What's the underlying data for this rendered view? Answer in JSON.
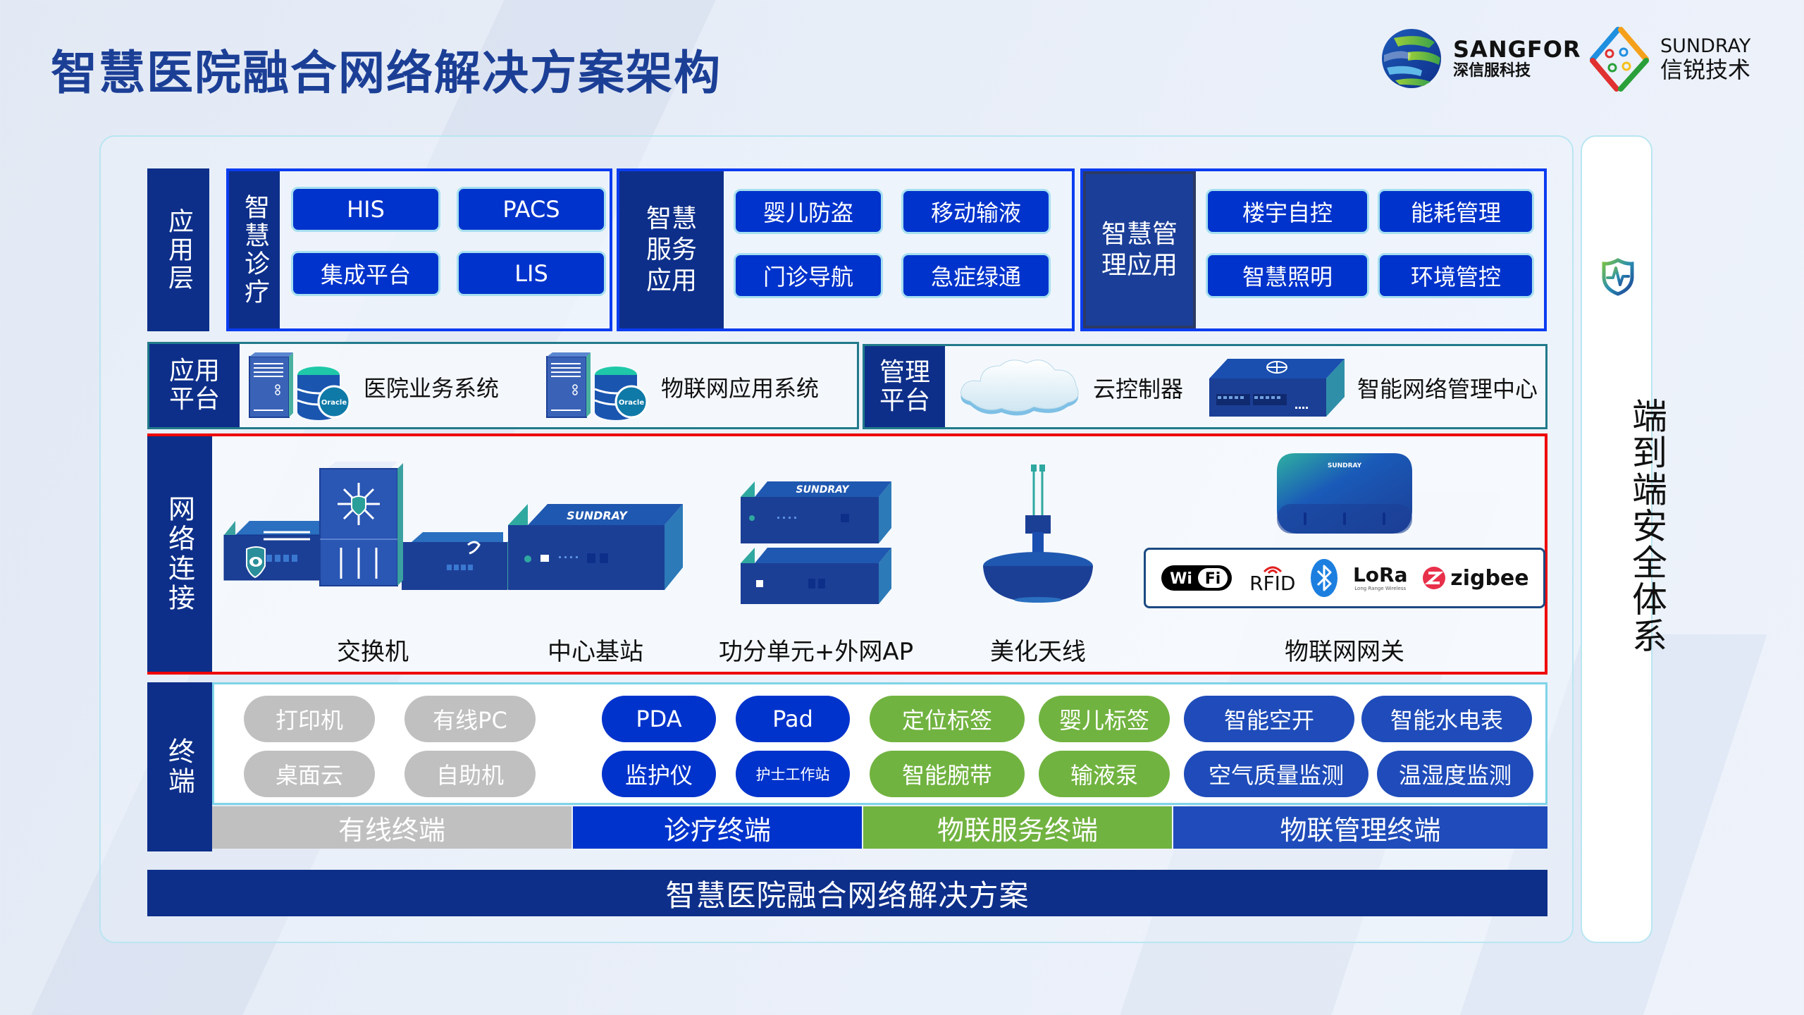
{
  "title": "智慧医院融合网络解决方案架构",
  "logos": {
    "sangfor": {
      "name": "SANGFOR",
      "subtitle": "深信服科技"
    },
    "sundray": {
      "name": "SUNDRAY",
      "subtitle": "信锐技术"
    }
  },
  "application_layer": {
    "label": "应用层",
    "groups": [
      {
        "label": "智慧诊疗",
        "items": [
          "HIS",
          "PACS",
          "集成平台",
          "LIS"
        ]
      },
      {
        "label": "智慧服务应用",
        "label_lines": [
          "智慧",
          "服务",
          "应用"
        ],
        "items": [
          "婴儿防盗",
          "移动输液",
          "门诊导航",
          "急症绿通"
        ]
      },
      {
        "label": "智慧管理应用",
        "label_lines": [
          "智慧管",
          "理应用"
        ],
        "items": [
          "楼宇自控",
          "能耗管理",
          "智慧照明",
          "环境管控"
        ]
      }
    ]
  },
  "application_platform": {
    "label_lines": [
      "应用",
      "平台"
    ],
    "items": [
      {
        "label": "医院业务系统",
        "icon": "server-oracle-db-icon",
        "badge": "Oracle"
      },
      {
        "label": "物联网应用系统",
        "icon": "server-oracle-db-icon",
        "badge": "Oracle"
      }
    ]
  },
  "management_platform": {
    "label_lines": [
      "管理",
      "平台"
    ],
    "items": [
      {
        "label": "云控制器",
        "icon": "cloud-icon"
      },
      {
        "label": "智能网络管理中心",
        "icon": "network-appliance-icon"
      }
    ]
  },
  "network": {
    "label": "网络连接",
    "devices": [
      {
        "label": "交换机",
        "icon": "switch-cluster-icon"
      },
      {
        "label": "中心基站",
        "icon": "base-station-icon",
        "brand": "SUNDRAY"
      },
      {
        "label": "功分单元+外网AP",
        "icon": "stacked-ap-icon",
        "brand": "SUNDRAY"
      },
      {
        "label": "美化天线",
        "icon": "antenna-icon"
      },
      {
        "label": "物联网网关",
        "icon": "iot-gateway-icon",
        "brand": "SUNDRAY"
      }
    ],
    "protocols": [
      "WiFi",
      "RFID",
      "Bluetooth",
      "LoRa",
      "zigbee"
    ],
    "lora_tagline": "Long Range Wireless"
  },
  "terminals": {
    "label": "终端",
    "categories": [
      {
        "name": "有线终端",
        "color": "#c0c0c0",
        "items": [
          "打印机",
          "有线PC",
          "桌面云",
          "自助机"
        ]
      },
      {
        "name": "诊疗终端",
        "color": "#0033cc",
        "items": [
          "PDA",
          "Pad",
          "监护仪",
          "护士工作站"
        ]
      },
      {
        "name": "物联服务终端",
        "color": "#71b340",
        "items": [
          "定位标签",
          "婴儿标签",
          "智能腕带",
          "输液泵"
        ]
      },
      {
        "name": "物联管理终端",
        "color": "#1f4cba",
        "items": [
          "智能空开",
          "智能水电表",
          "空气质量监测",
          "温湿度监测"
        ]
      }
    ]
  },
  "security": {
    "label": "端到端安全体系",
    "icon": "shield-heartbeat-icon"
  },
  "footer": "智慧医院融合网络解决方案"
}
